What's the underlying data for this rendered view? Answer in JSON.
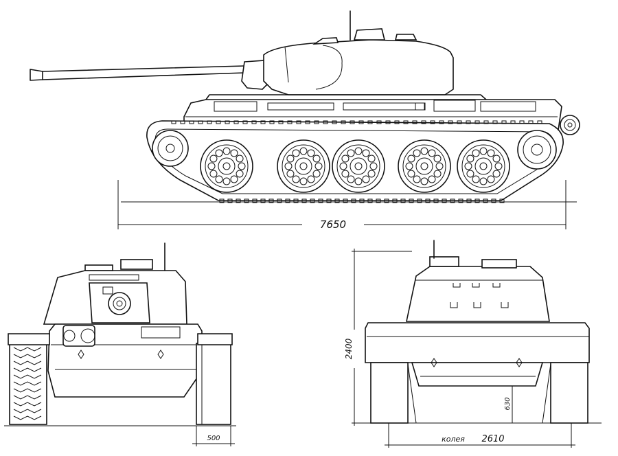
{
  "dimensions": {
    "overall_length": "7650",
    "height": "2400",
    "ground_clearance": "630",
    "track_width": "500",
    "gauge_label": "колея",
    "gauge_value": "2610"
  }
}
